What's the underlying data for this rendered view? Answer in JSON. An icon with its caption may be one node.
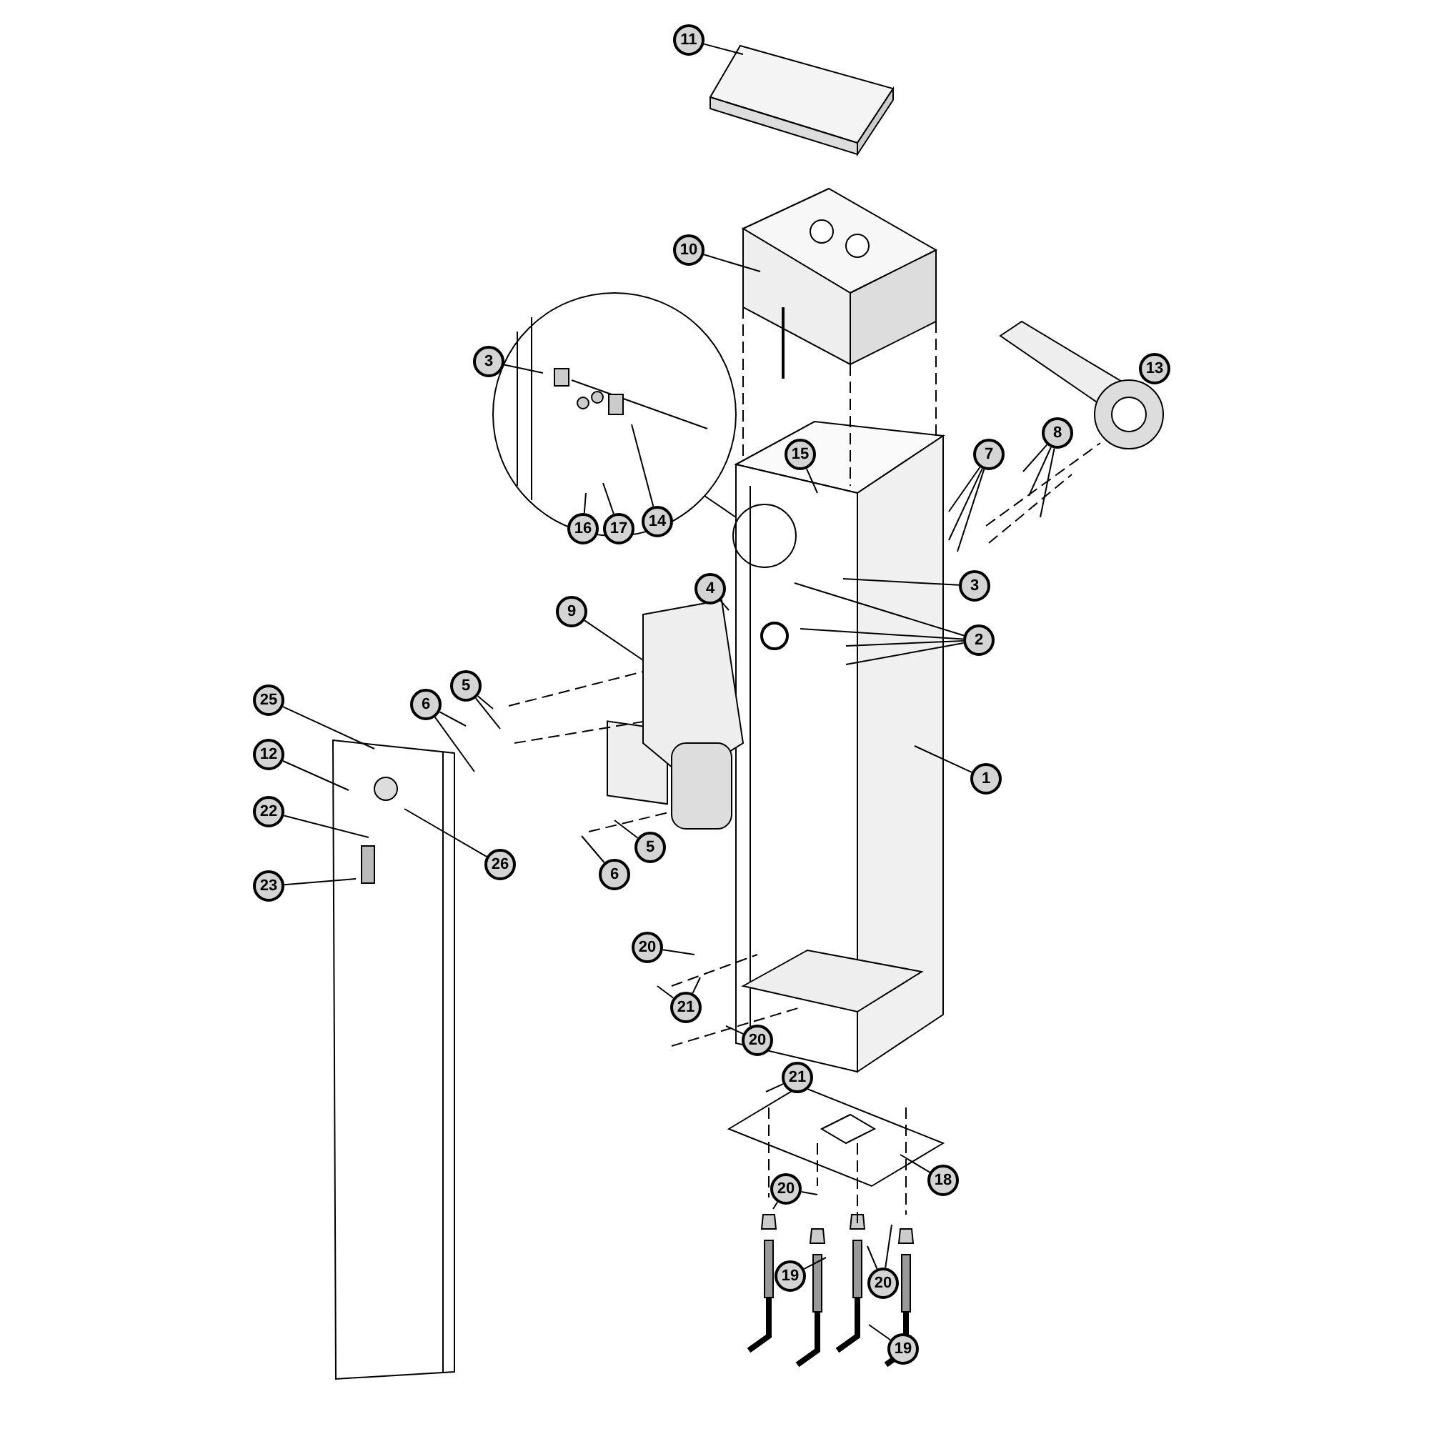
{
  "diagram": {
    "nodes": [
      {
        "text": [
          "11"
        ]
      },
      {
        "text": [
          "10"
        ]
      },
      {
        "text": [
          "3"
        ]
      },
      {
        "text": [
          "13"
        ]
      },
      {
        "text": [
          "8"
        ]
      },
      {
        "text": [
          "15"
        ]
      },
      {
        "text": [
          "7"
        ]
      },
      {
        "text": [
          "14"
        ]
      },
      {
        "text": [
          "16"
        ]
      },
      {
        "text": [
          "17"
        ]
      },
      {
        "text": [
          "3"
        ]
      },
      {
        "text": [
          "4"
        ]
      },
      {
        "text": [
          "9"
        ]
      },
      {
        "text": [
          "2"
        ]
      },
      {
        "text": [
          "5"
        ]
      },
      {
        "text": [
          "25"
        ]
      },
      {
        "text": [
          "6"
        ]
      },
      {
        "text": [
          "12"
        ]
      },
      {
        "text": [
          "1"
        ]
      },
      {
        "text": [
          "22"
        ]
      },
      {
        "text": [
          "5"
        ]
      },
      {
        "text": [
          "26"
        ]
      },
      {
        "text": [
          "6"
        ]
      },
      {
        "text": [
          "23"
        ]
      },
      {
        "text": [
          "20"
        ]
      },
      {
        "text": [
          "21"
        ]
      },
      {
        "text": [
          "20"
        ]
      },
      {
        "text": [
          "21"
        ]
      },
      {
        "text": [
          "18"
        ]
      },
      {
        "text": [
          "20"
        ]
      },
      {
        "text": [
          "20"
        ]
      },
      {
        "text": [
          "19"
        ]
      },
      {
        "text": [
          "19"
        ]
      }
    ],
    "edges": [
      {
        "from": 0,
        "to": null,
        "arrow": "none"
      },
      {
        "from": 1,
        "to": null,
        "arrow": "none"
      },
      {
        "from": 2,
        "to": null,
        "arrow": "none"
      },
      {
        "from": 3,
        "to": null,
        "arrow": "none"
      },
      {
        "from": 4,
        "to": null,
        "arrow": "none"
      },
      {
        "from": 4,
        "to": null,
        "arrow": "none"
      },
      {
        "from": 4,
        "to": null,
        "arrow": "none"
      },
      {
        "from": 5,
        "to": null,
        "arrow": "none"
      },
      {
        "from": 6,
        "to": null,
        "arrow": "none"
      },
      {
        "from": 6,
        "to": null,
        "arrow": "none"
      },
      {
        "from": 6,
        "to": null,
        "arrow": "none"
      },
      {
        "from": 7,
        "to": null,
        "arrow": "none"
      },
      {
        "from": 8,
        "to": null,
        "arrow": "none"
      },
      {
        "from": 9,
        "to": null,
        "arrow": "none"
      },
      {
        "from": 10,
        "to": null,
        "arrow": "none"
      },
      {
        "from": 11,
        "to": null,
        "arrow": "none"
      },
      {
        "from": 12,
        "to": null,
        "arrow": "none"
      },
      {
        "from": 13,
        "to": null,
        "arrow": "none"
      },
      {
        "from": 13,
        "to": null,
        "arrow": "none"
      },
      {
        "from": 13,
        "to": null,
        "arrow": "none"
      },
      {
        "from": 13,
        "to": null,
        "arrow": "none"
      },
      {
        "from": 14,
        "to": null,
        "arrow": "none"
      },
      {
        "from": 14,
        "to": null,
        "arrow": "none"
      },
      {
        "from": 15,
        "to": null,
        "arrow": "none"
      },
      {
        "from": 16,
        "to": null,
        "arrow": "none"
      },
      {
        "from": 16,
        "to": null,
        "arrow": "none"
      },
      {
        "from": 17,
        "to": null,
        "arrow": "none"
      },
      {
        "from": 18,
        "to": null,
        "arrow": "none"
      },
      {
        "from": 19,
        "to": null,
        "arrow": "none"
      },
      {
        "from": 20,
        "to": null,
        "arrow": "none"
      },
      {
        "from": 21,
        "to": null,
        "arrow": "none"
      },
      {
        "from": 22,
        "to": null,
        "arrow": "none"
      },
      {
        "from": 23,
        "to": null,
        "arrow": "none"
      },
      {
        "from": 24,
        "to": null,
        "arrow": "none"
      },
      {
        "from": 25,
        "to": null,
        "arrow": "none"
      },
      {
        "from": 25,
        "to": null,
        "arrow": "none"
      },
      {
        "from": 26,
        "to": null,
        "arrow": "none"
      },
      {
        "from": 27,
        "to": null,
        "arrow": "none"
      },
      {
        "from": 28,
        "to": null,
        "arrow": "none"
      },
      {
        "from": 29,
        "to": null,
        "arrow": "none"
      },
      {
        "from": 29,
        "to": null,
        "arrow": "none"
      },
      {
        "from": 30,
        "to": null,
        "arrow": "none"
      },
      {
        "from": 30,
        "to": null,
        "arrow": "none"
      },
      {
        "from": 31,
        "to": null,
        "arrow": "none"
      },
      {
        "from": 32,
        "to": null,
        "arrow": "none"
      }
    ]
  }
}
